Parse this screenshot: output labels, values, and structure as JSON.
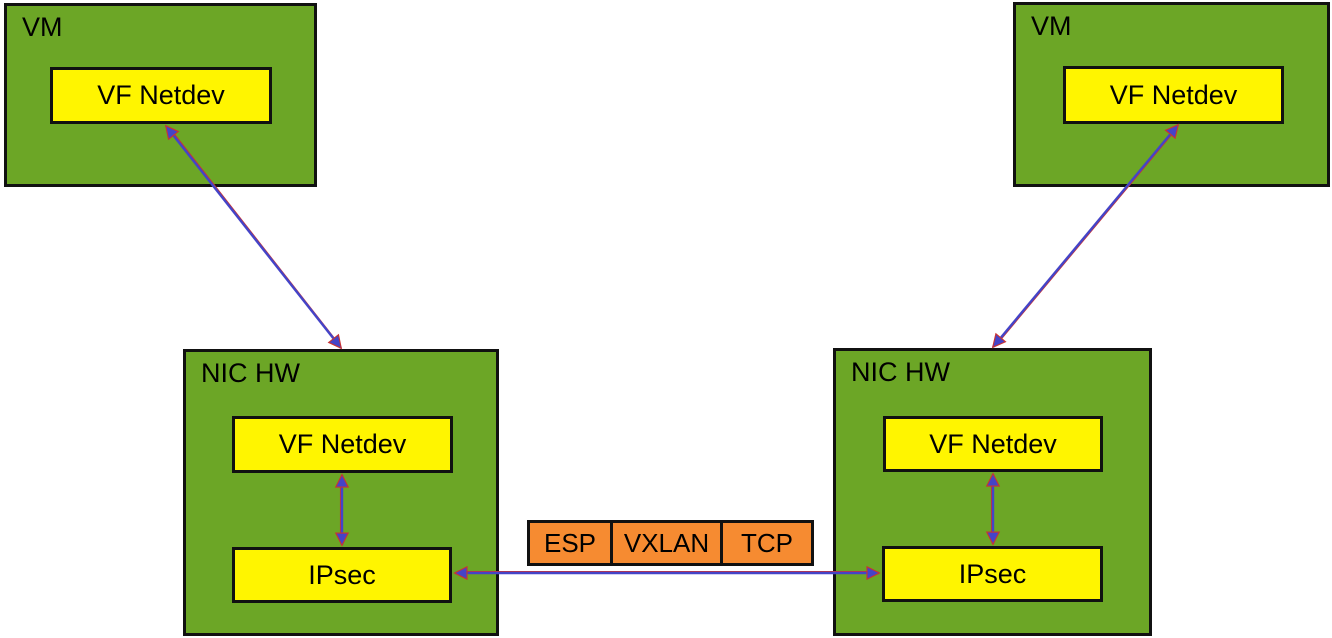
{
  "colors": {
    "green": "#6CA626",
    "yellow": "#FFF500",
    "orange": "#F68B31",
    "arrow_blue": "#4444C8",
    "arrow_red": "#C93333",
    "border": "#111111"
  },
  "nodes": {
    "vm_left": {
      "title": "VM",
      "netdev": "VF Netdev"
    },
    "vm_right": {
      "title": "VM",
      "netdev": "VF Netdev"
    },
    "nic_left": {
      "title": "NIC HW",
      "netdev": "VF Netdev",
      "ipsec": "IPsec"
    },
    "nic_right": {
      "title": "NIC HW",
      "netdev": "VF Netdev",
      "ipsec": "IPsec"
    }
  },
  "packet": {
    "segments": [
      "ESP",
      "VXLAN",
      "TCP"
    ]
  }
}
